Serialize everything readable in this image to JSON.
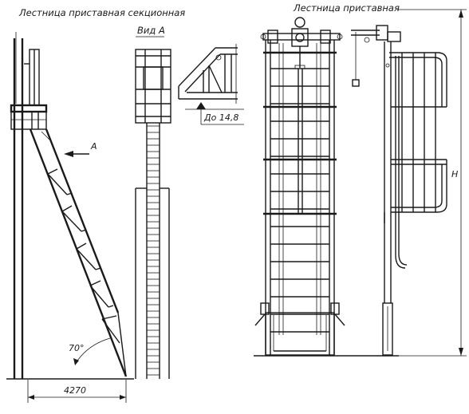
{
  "titles": {
    "left": "Лестница приставная секционная",
    "right": "Лестница приставная"
  },
  "labels": {
    "view": "Вид А",
    "arrow": "А",
    "level": "До 14,8",
    "angle": "70°",
    "width": "4270",
    "height": "Н"
  }
}
